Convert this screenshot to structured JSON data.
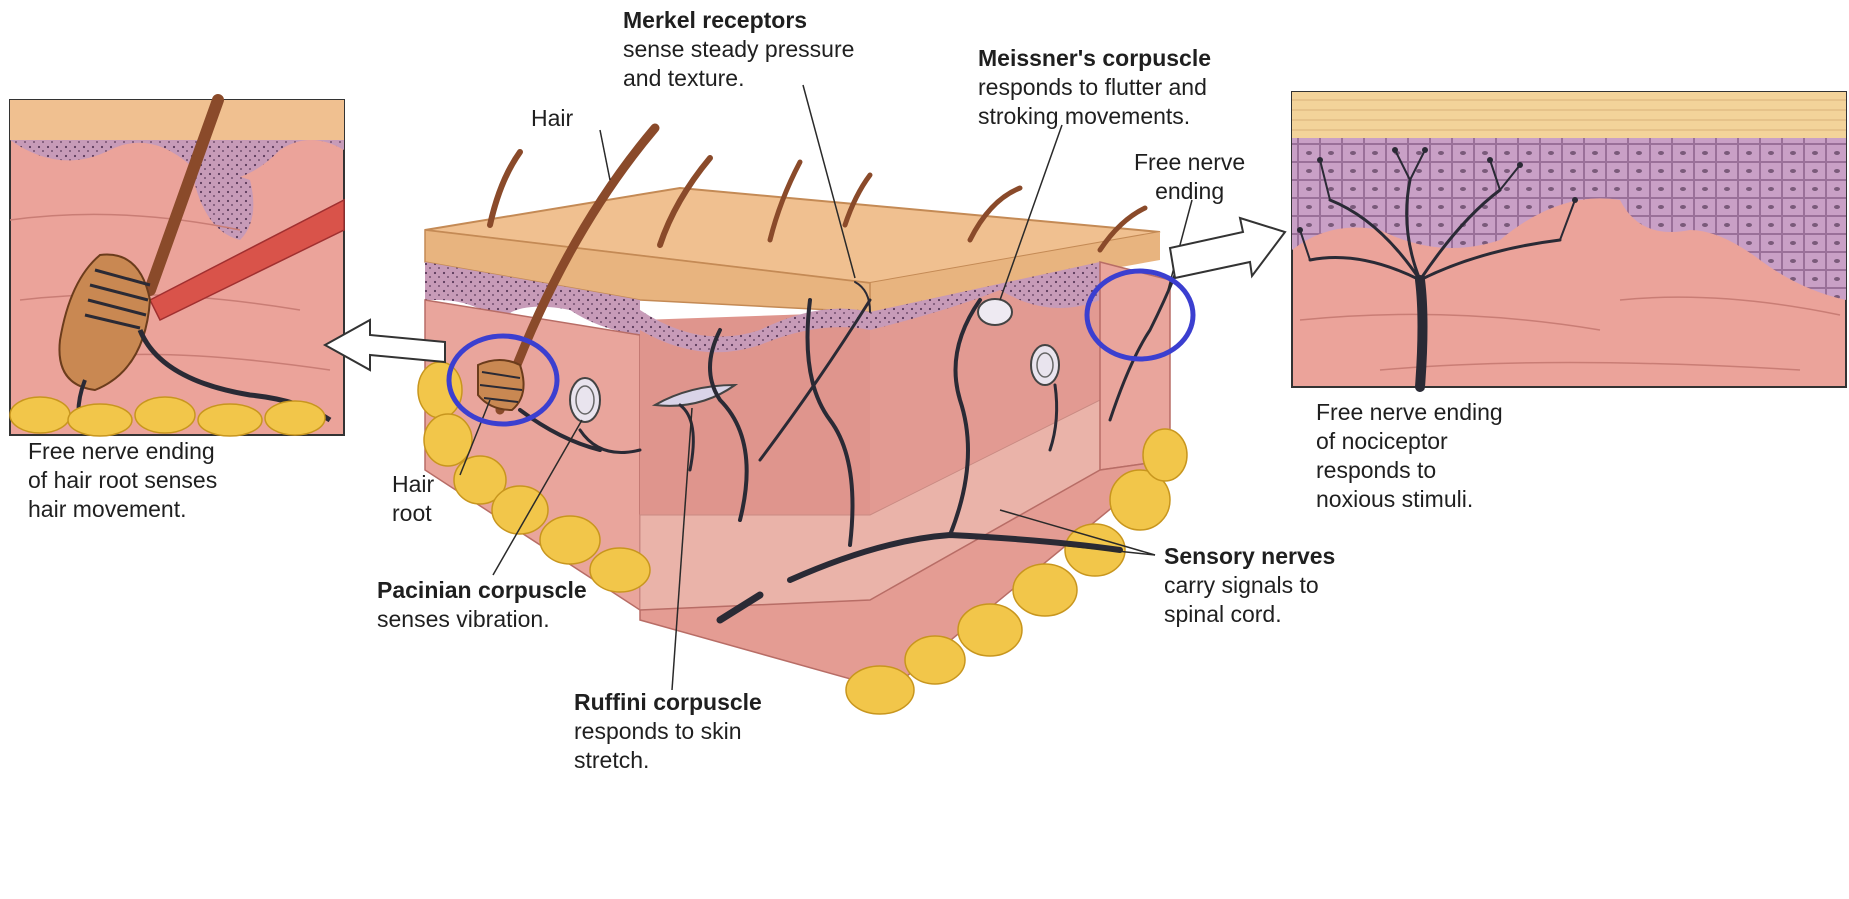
{
  "labels": {
    "merkel": {
      "title": "Merkel receptors",
      "line1": "sense steady pressure",
      "line2": "and texture."
    },
    "meissner": {
      "title": "Meissner's corpuscle",
      "line1": "responds to flutter and",
      "line2": "stroking movements."
    },
    "hair": "Hair",
    "free_nerve_ending": {
      "line1": "Free nerve",
      "line2": "ending"
    },
    "hair_root": {
      "line1": "Hair",
      "line2": "root"
    },
    "left_caption": {
      "line1": "Free nerve ending",
      "line2": "of hair root senses",
      "line3": "hair movement."
    },
    "right_caption": {
      "line1": "Free nerve ending",
      "line2": "of nociceptor",
      "line3": "responds to",
      "line4": "noxious stimuli."
    },
    "pacinian": {
      "title": "Pacinian corpuscle",
      "line1": "senses vibration."
    },
    "ruffini": {
      "title": "Ruffini corpuscle",
      "line1": "responds to skin",
      "line2": "stretch."
    },
    "sensory_nerves": {
      "title": "Sensory nerves",
      "line1": "carry signals to",
      "line2": "spinal cord."
    }
  },
  "colors": {
    "epidermis": "#f0c090",
    "epidermis_top": "#e8b47f",
    "dermis": "#e9a59c",
    "dermis_dark": "#d98a83",
    "papillary": "#c79bb8",
    "fat": "#f2c64a",
    "hair": "#8a4a2a",
    "nerve": "#2a2a35",
    "highlight_circle": "#3b3fd0"
  }
}
